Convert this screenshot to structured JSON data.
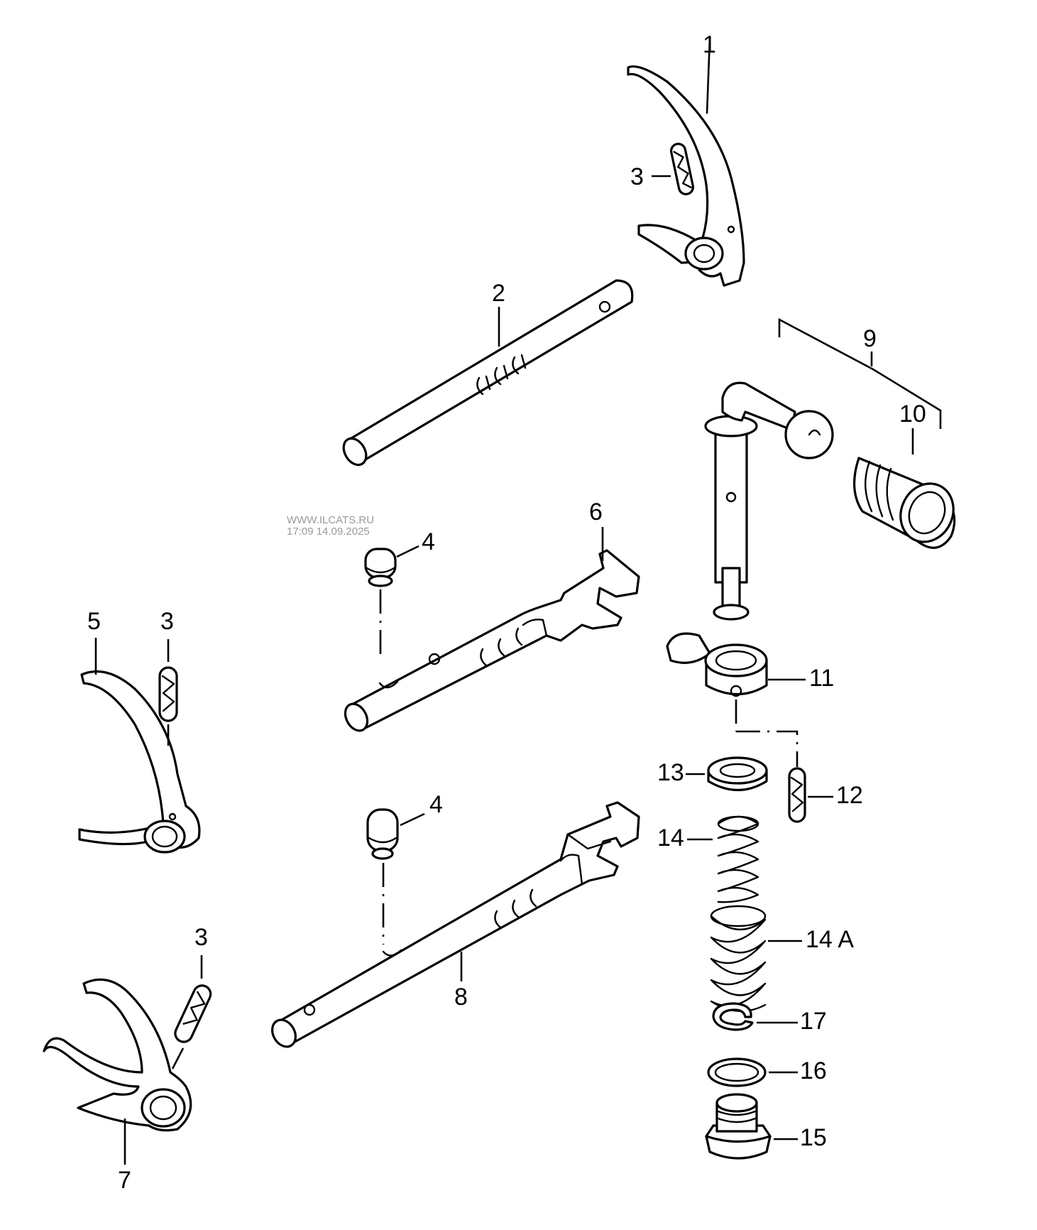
{
  "watermark": {
    "site": "WWW.ILCATS.RU",
    "timestamp": "17:09 14.09.2025"
  },
  "callouts": [
    {
      "id": "c1",
      "text": "1"
    },
    {
      "id": "c2",
      "text": "2"
    },
    {
      "id": "c3a",
      "text": "3"
    },
    {
      "id": "c3b",
      "text": "3"
    },
    {
      "id": "c3c",
      "text": "3"
    },
    {
      "id": "c4a",
      "text": "4"
    },
    {
      "id": "c4b",
      "text": "4"
    },
    {
      "id": "c5",
      "text": "5"
    },
    {
      "id": "c6",
      "text": "6"
    },
    {
      "id": "c7",
      "text": "7"
    },
    {
      "id": "c8",
      "text": "8"
    },
    {
      "id": "c9",
      "text": "9"
    },
    {
      "id": "c10",
      "text": "10"
    },
    {
      "id": "c11",
      "text": "11"
    },
    {
      "id": "c12",
      "text": "12"
    },
    {
      "id": "c13",
      "text": "13"
    },
    {
      "id": "c14",
      "text": "14"
    },
    {
      "id": "c14a",
      "text": "14 A"
    },
    {
      "id": "c15",
      "text": "15"
    },
    {
      "id": "c16",
      "text": "16"
    },
    {
      "id": "c17",
      "text": "17"
    }
  ]
}
